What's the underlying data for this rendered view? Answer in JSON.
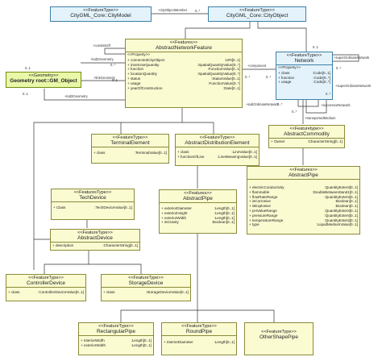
{
  "classes": {
    "city_model": {
      "stereotype": "<<FeatureType>>",
      "name": "CityGML_Core::CityModel"
    },
    "city_object": {
      "stereotype": "<<FeatureType>>",
      "name": "CityGML_Core::CityObject"
    },
    "geometry": {
      "stereotype": "<<Geometry>>",
      "name": "Geometry root::GM_Object"
    },
    "abstract_network_feature": {
      "stereotype": "<<Features>>",
      "name": "AbstractNetworkFeature",
      "section": "<<Property>>",
      "attributes": [
        {
          "name": "+ connectedCityObject",
          "type": ":URI[0..1]"
        },
        {
          "name": "+ innerUseQuantity",
          "type": ":SpatialQuantityValue[0..*]"
        },
        {
          "name": "+ function",
          "type": ":FunctionValue[0..1]"
        },
        {
          "name": "+ locationQuantity",
          "type": ":SpatialQuantityValue[0..*]"
        },
        {
          "name": "+ status",
          "type": ":StatusValue[0..1]"
        },
        {
          "name": "+ usage",
          "type": ":FunctionValue[0..*]"
        },
        {
          "name": "+ yearOfConstruction",
          "type": ":Date[0..1]"
        }
      ]
    },
    "network": {
      "stereotype": "<<FeatureType>>",
      "name": "Network",
      "section": "<<Property>>",
      "attributes": [
        {
          "name": "+ class",
          "type": ":Code[0..1]"
        },
        {
          "name": "+ function",
          "type": ":Code[0..*]"
        },
        {
          "name": "+ usage",
          "type": ":Code[0..*]"
        }
      ]
    },
    "abstract_commodity": {
      "stereotype": "<<Featuretype>>",
      "name": "AbstractCommodity",
      "attributes": [
        {
          "name": "+ Owner",
          "type": ":CharacterString[0..1]"
        }
      ]
    },
    "terminal_element": {
      "stereotype": "<<FeatureType>>",
      "name": "TerminalElement",
      "attributes": [
        {
          "name": "+ class",
          "type": ":TerminalValue[0..1]"
        }
      ]
    },
    "abstract_distribution_element": {
      "stereotype": "<<FeatureType>>",
      "name": "AbstractDistributionElement",
      "attributes": [
        {
          "name": "+ class",
          "type": ":LineValue[0..1]"
        },
        {
          "name": "+ functionOfLine",
          "type": ":LineMeaningValue[0..1]"
        }
      ]
    },
    "tech_device": {
      "stereotype": "<<FeaturesType>>",
      "name": "TechDevice",
      "attributes": [
        {
          "name": "+ Class",
          "type": ":TechDeviceValue[0..1]"
        }
      ]
    },
    "abstract_device": {
      "stereotype": "<<FeatureType>>",
      "name": "AbstractDevice",
      "attributes": [
        {
          "name": "+ description",
          "type": ":CharacterString[0..1]"
        }
      ]
    },
    "abstract_pipe_small": {
      "stereotype": "<<Features>>",
      "name": "AbstractPipe",
      "attributes": [
        {
          "name": "+ exteriorDiameter",
          "type": ":Length[0..1]"
        },
        {
          "name": "+ exteriorHeight",
          "type": ":Length[0..1]"
        },
        {
          "name": "+ exteriorWidth",
          "type": ":Length[0..1]"
        },
        {
          "name": "+ isGravity",
          "type": ":Boolean[0..1]"
        }
      ]
    },
    "abstract_pipe_large": {
      "stereotype": "<<Features>>",
      "name": "AbstractPipe",
      "attributes": [
        {
          "name": "+ electricConductivity",
          "type": ":QuantityExtent[0..1]"
        },
        {
          "name": "+ flammable",
          "type": ":DoubleBetween0and1[0..1]"
        },
        {
          "name": "+ flowRateRange",
          "type": ":QuantityExtent[0..1]"
        },
        {
          "name": "+ isCorrosive",
          "type": ":Boolean[0..1]"
        },
        {
          "name": "+ isExplosive",
          "type": ":Boolean[0..1]"
        },
        {
          "name": "+ pHValueRange",
          "type": ":QuantityExtent[0..1]"
        },
        {
          "name": "+ pressureRange",
          "type": ":QuantityExtent[0..1]"
        },
        {
          "name": "+ temperatureRange",
          "type": ":QuantityExtent[0..1]"
        },
        {
          "name": "+ type",
          "type": ":LiquidMediumValue[0..1]"
        }
      ]
    },
    "controller_device": {
      "stereotype": "<<FeatureType>>",
      "name": "ControllerDevice",
      "attributes": [
        {
          "name": "+ class",
          "type": ":ControllerDeviceValue[0..1]"
        }
      ]
    },
    "storage_device": {
      "stereotype": "<<FeatureType>>",
      "name": "StorageDevice",
      "attributes": [
        {
          "name": "+ class",
          "type": ":StorageDeviceValue[0..1]"
        }
      ]
    },
    "rectangular_pipe": {
      "stereotype": "<<FeatureType>>",
      "name": "RectangularPipe",
      "attributes": [
        {
          "name": "+ interiorWidth",
          "type": ":Length[0..1]"
        },
        {
          "name": "+ exteriorWidth",
          "type": ":Length[0..1]"
        }
      ]
    },
    "round_pipe": {
      "stereotype": "<<FeatureType>>",
      "name": "RoundPipe",
      "attributes": [
        {
          "name": "+ interiorDiameter",
          "type": ":Length[0..1]"
        }
      ]
    },
    "other_shape_pipe": {
      "stereotype": "<<FeatureType>>",
      "name": "OtherShapePipe"
    }
  },
  "associations": {
    "city_object_member": "+cityObjectMember",
    "consists_of": "+consistsOf",
    "lod2_geometry": "+lod2Geometry",
    "link_geometry": "+linkGeometry",
    "lod3_geometry": "+lod3Geometry",
    "component": "+component",
    "super_ordinate_network": "+superOrdinateNetwork",
    "sub_ordinate_network": "+subOrdinateNetwork",
    "super_ordinate_network_2": "+superOrdinateNetwork",
    "successor_network": "+successorNetwork",
    "transported_medium": "+transportedMedium"
  },
  "multiplicities": {
    "m1": "0..*",
    "m2": "0..1",
    "m3": "0..*",
    "m4": "0..1",
    "m5": "0..1",
    "m6": "0..*",
    "m7": "0..*",
    "m8": "0..*",
    "m9": "0..1",
    "m10": "0..*",
    "m11": "0..*",
    "m12": "0..*"
  }
}
